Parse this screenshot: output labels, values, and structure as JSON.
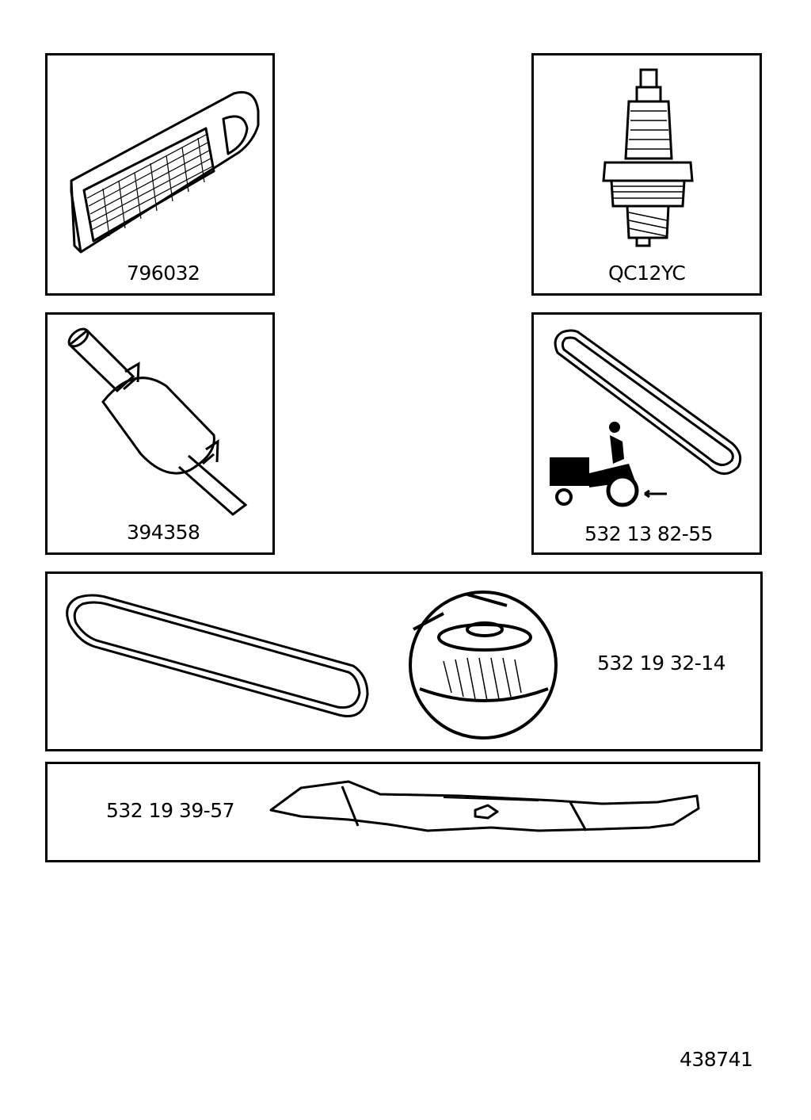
{
  "parts": [
    {
      "id": "air-filter",
      "number": "796032"
    },
    {
      "id": "spark-plug",
      "number": "QC12YC"
    },
    {
      "id": "fuel-filter",
      "number": "394358"
    },
    {
      "id": "tractor-belt",
      "number": "532 13 82-55"
    },
    {
      "id": "mower-belt-pulley",
      "number": "532 19 32-14"
    },
    {
      "id": "mower-blade",
      "number": "532 19 39-57"
    }
  ],
  "document_number": "438741"
}
